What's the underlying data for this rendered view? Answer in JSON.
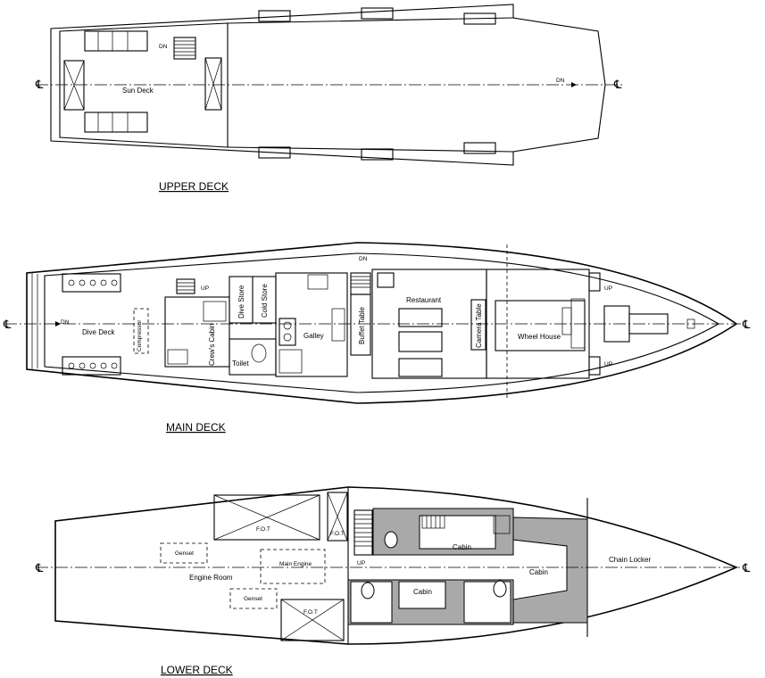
{
  "titles": {
    "upper": "UPPER DECK",
    "main": "MAIN DECK",
    "lower": "LOWER DECK"
  },
  "centerline_symbol": "℄",
  "upper_deck": {
    "sun_deck": "Sun Deck",
    "dn1": "DN",
    "dn2": "DN"
  },
  "main_deck": {
    "dive_deck": "Dive Deck",
    "dn_aft": "DN",
    "compressor": "Compressor",
    "crews_cabin": "Crew's Cabin",
    "up_crew": "UP",
    "dive_store": "Dive Store",
    "cold_store": "Cold Store",
    "toilet": "Toilet",
    "galley": "Galley",
    "buffet_table": "Buffet Table",
    "dn_mid": "DN",
    "restaurant": "Restaurant",
    "camera_table": "Camera Table",
    "wheel_house": "Wheel House",
    "up_top": "UP",
    "up_bottom": "UP"
  },
  "lower_deck": {
    "fot_top": "F.O.T",
    "fot_small": "F.O.T",
    "fot_bottom": "F.O.T",
    "genset_top": "Genset",
    "genset_bottom": "Genset",
    "main_engine": "Main Engine",
    "engine_room": "Engine Room",
    "up": "UP",
    "cabin_top": "Cabin",
    "cabin_center": "Cabin",
    "cabin_fwd": "Cabin",
    "chain_locker": "Chain Locker"
  }
}
